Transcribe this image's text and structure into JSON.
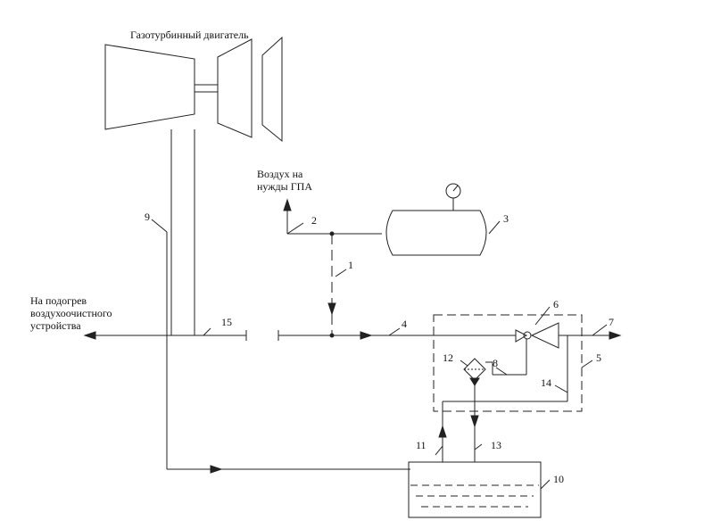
{
  "labels": {
    "engine": "Газотурбинный двигатель",
    "air_line1": "Воздух на",
    "air_line2": "нужды ГПА",
    "heat_line1": "На подогрев",
    "heat_line2": "воздухоочистного",
    "heat_line3": "устройства"
  },
  "numbers": {
    "n1": "1",
    "n2": "2",
    "n3": "3",
    "n4": "4",
    "n5": "5",
    "n6": "6",
    "n7": "7",
    "n8": "8",
    "n9": "9",
    "n10": "10",
    "n11": "11",
    "n12": "12",
    "n13": "13",
    "n14": "14",
    "n15": "15"
  }
}
